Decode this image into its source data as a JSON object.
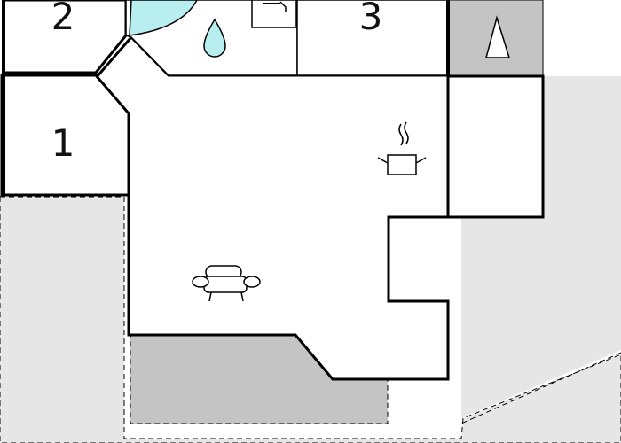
{
  "colors": {
    "wall": "#000000",
    "outdoor_fill": "#e6e6e6",
    "covered_fill": "#c4c4c4",
    "pool_fill": "#b9eef0",
    "room_fill": "#ffffff"
  },
  "rooms": [
    {
      "id": "bedroom-1",
      "label": "1"
    },
    {
      "id": "bedroom-2",
      "label": "2"
    },
    {
      "id": "bedroom-3",
      "label": "3"
    }
  ],
  "icons": [
    "water-drop-icon",
    "shower-icon",
    "cooking-pot-icon",
    "sofa-icon",
    "tent-icon"
  ]
}
